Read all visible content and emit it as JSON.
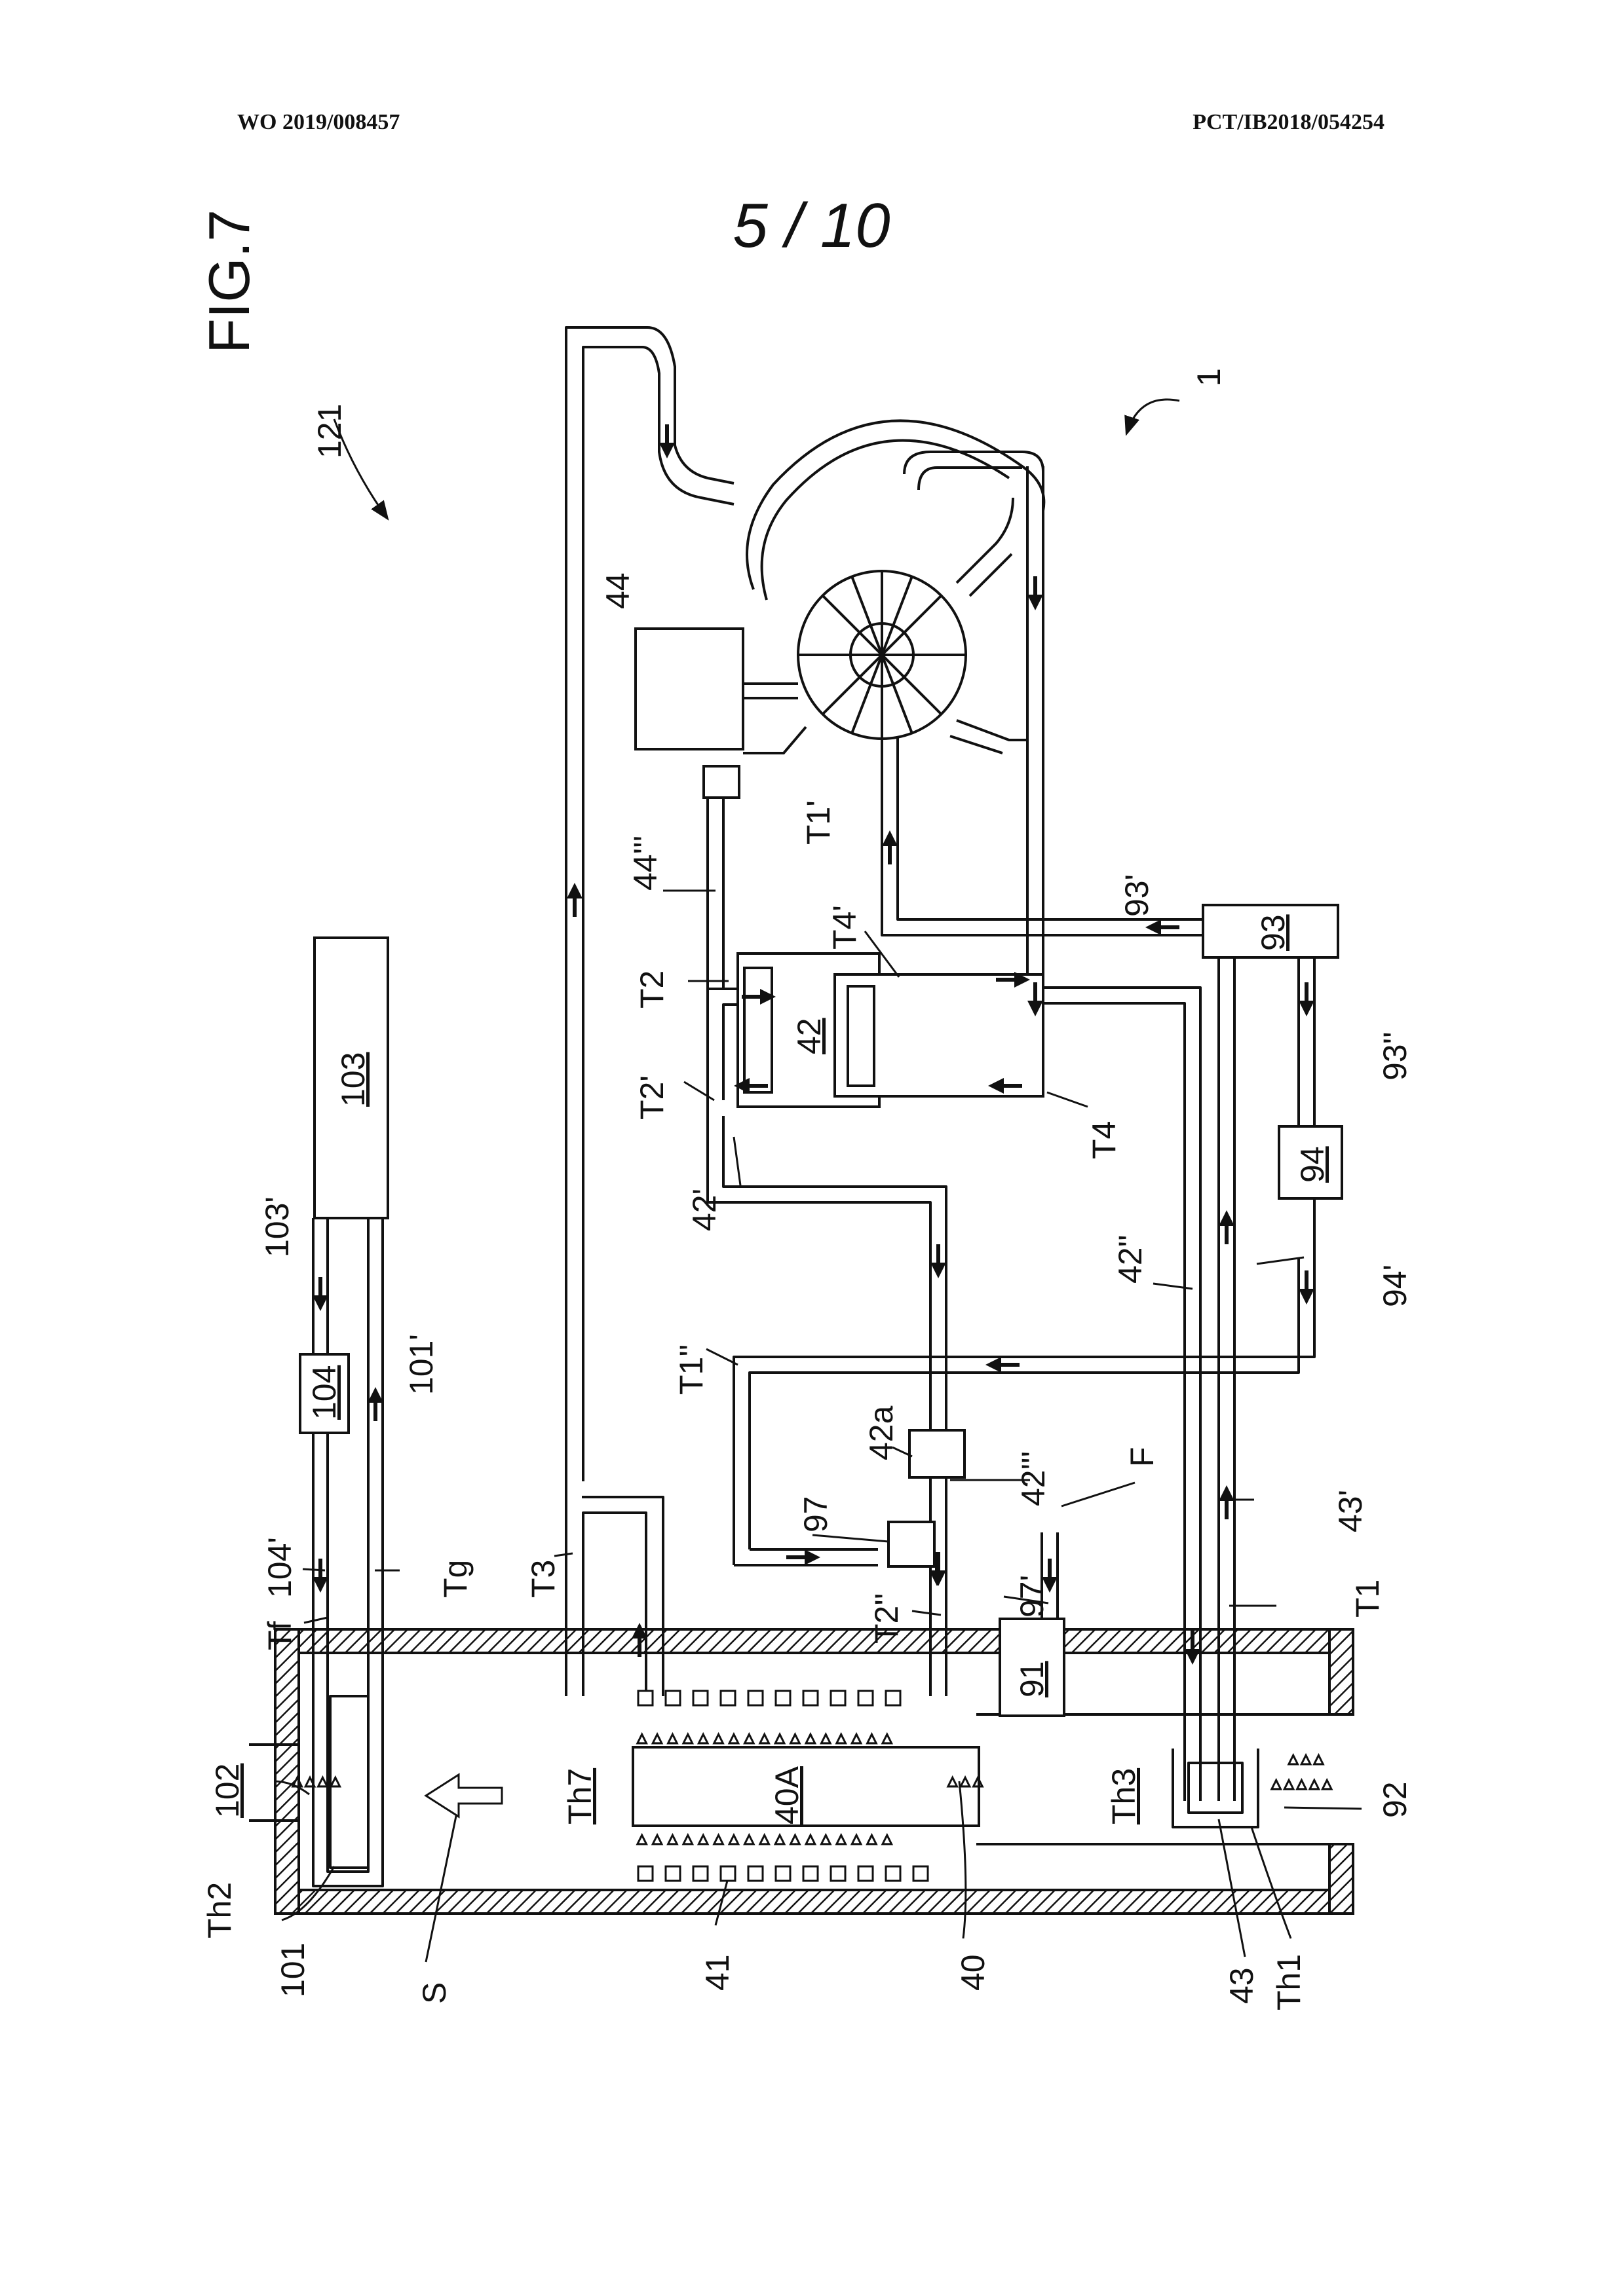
{
  "header": {
    "publication_number": "WO 2019/008457",
    "application_number": "PCT/IB2018/054254",
    "sheet": "5 / 10"
  },
  "figure": {
    "title": "FIG.7",
    "labels": {
      "l121": "121",
      "l1": "1",
      "l44": "44",
      "l44t": "44'''",
      "lT1p": "T1'",
      "l93p": "93'",
      "l93": "93",
      "l93pp": "93''",
      "l94": "94",
      "l94p": "94'",
      "lT2": "T2",
      "l42": "42",
      "lT4p": "T4'",
      "lT2p": "T2'",
      "l42p": "42'",
      "lT4": "T4",
      "l42pp": "42''",
      "lT1pp": "T1''",
      "l103": "103",
      "l103p": "103'",
      "l104": "104",
      "l101p": "101'",
      "l42a": "42a",
      "l42ppp": "42'''",
      "l97": "97",
      "lF": "F",
      "l43p": "43'",
      "l104p": "104'",
      "lTg": "Tg",
      "lT3": "T3",
      "lT2pp": "T2''",
      "l97p": "97'",
      "lT1": "T1",
      "lTf": "Tf",
      "l91": "91",
      "l102": "102",
      "lTh7": "Th7",
      "l40A": "40A",
      "lTh3": "Th3",
      "l92": "92",
      "lTh2": "Th2",
      "l101": "101",
      "lS": "S",
      "l41": "41",
      "l40": "40",
      "l43": "43",
      "lTh1": "Th1"
    }
  }
}
